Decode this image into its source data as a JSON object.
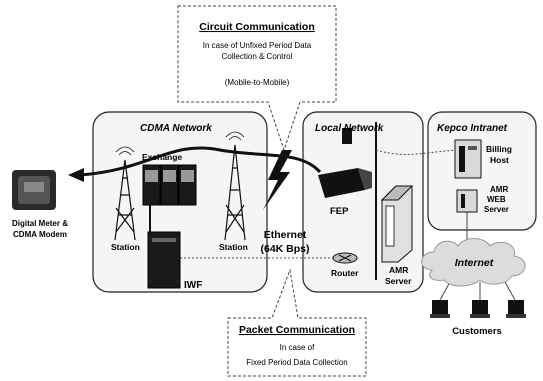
{
  "colors": {
    "background": "#ffffff",
    "box_fill": "#f5f5f5",
    "box_stroke": "#222222",
    "dark_equipment": "#1a1a1a",
    "gray_equipment": "#9a9a9a",
    "cloud_fill": "#dcdcdc"
  },
  "circuit": {
    "title": "Circuit Communication",
    "line1": "In case of Unfixed Period Data",
    "line2": "Collection & Control",
    "line3": "(Mobile-to-Mobile)"
  },
  "packet": {
    "title": "Packet Communication",
    "line1": "In case of",
    "line2": "Fixed Period Data Collection"
  },
  "cdma": {
    "title": "CDMA Network",
    "exchange": "Exchange",
    "station_left": "Station",
    "station_right": "Station",
    "iwf": "IWF"
  },
  "ethernet": {
    "line1": "Ethernet",
    "line2": "(64K Bps)"
  },
  "local": {
    "title": "Local Network",
    "fep": "FEP",
    "router": "Router",
    "amr_line1": "AMR",
    "amr_line2": "Server"
  },
  "kepco": {
    "title": "Kepco Intranet",
    "billing_line1": "Billing",
    "billing_line2": "Host",
    "amrweb_line1": "AMR",
    "amrweb_line2": "WEB",
    "amrweb_line3": "Server"
  },
  "internet": {
    "label": "Internet",
    "customers": "Customers"
  },
  "meter": {
    "line1": "Digital Meter &",
    "line2": "CDMA Modem"
  },
  "icons": {
    "tower": "radio-tower-icon",
    "lightning": "lightning-bolt-icon",
    "computer": "desktop-computer-icon",
    "server": "server-icon",
    "router": "router-icon",
    "meter": "digital-meter-icon",
    "cloud": "cloud-icon"
  }
}
